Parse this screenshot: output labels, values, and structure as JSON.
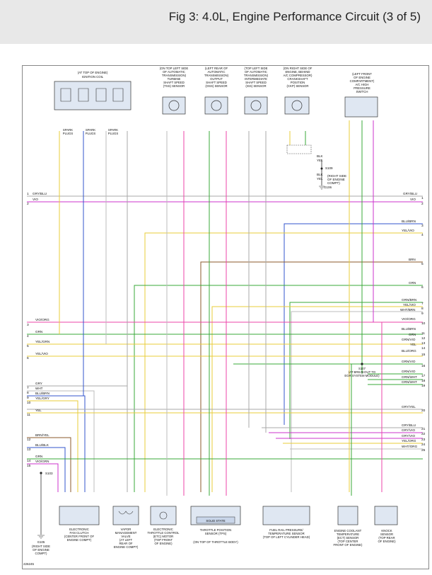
{
  "title": "Fig 3: 4.0L, Engine Performance Circuit (3 of 5)",
  "diagram_id": "226245",
  "top_components": [
    {
      "id": "ignition",
      "caption": [
        "(AT TOP OF ENGINE)",
        "IGNITION COIL"
      ]
    },
    {
      "id": "tss",
      "caption": [
        "(ON TOP LEFT SIDE",
        "OF AUTOMATIC",
        "TRANSMISSION)",
        "TURBINE",
        "SHAFT SPEED",
        "(TSS) SENSOR"
      ]
    },
    {
      "id": "oss",
      "caption": [
        "(LEFT REAR OF",
        "AUTOMATIC",
        "TRANSMISSION)",
        "OUTPUT",
        "SHAFT SPEED",
        "(OSS) SENSOR"
      ]
    },
    {
      "id": "iss",
      "caption": [
        "(TOP LEFT SIDE",
        "OF AUTOMATIC",
        "TRANSMISSION)",
        "INTERMEDIATE",
        "SHAFT SPEED",
        "(ISS) SENSOR"
      ]
    },
    {
      "id": "ckp",
      "caption": [
        "(ON RIGHT SIDE OF",
        "ENGINE, BEHIND",
        "A/C COMPRESSOR)",
        "CRANKSHAFT",
        "POSITION",
        "(CKP) SENSOR"
      ]
    },
    {
      "id": "ach",
      "caption": [
        "(LEFT FRONT",
        "OF ENGINE",
        "COMPARTMENT)",
        "A/C HIGH",
        "PRESSURE",
        "SWITCH"
      ]
    }
  ],
  "spark_plugs": [
    "SPARK",
    "PLUGS"
  ],
  "splices": {
    "s109": "S109",
    "s109_loc": [
      "(RIGHT SIDE",
      "OF ENGINE",
      "COMPT)"
    ],
    "g106": "G106",
    "s107": "S107",
    "s107_loc": [
      "(AT BREAKOUT TO",
      "EGR SYSTEM MODULE)"
    ],
    "s103": "S103",
    "g105": "G105",
    "g105_loc": [
      "(RIGHT SIDE",
      "OF ENGINE",
      "COMPT)"
    ]
  },
  "shield_labels": [
    "BLK",
    "YEL",
    "BLK",
    "YEL"
  ],
  "left_labels": [
    {
      "n": "1",
      "text": "GRY/BLU"
    },
    {
      "n": "2",
      "text": "VIO"
    },
    {
      "n": "3",
      "text": "VIO/ORG"
    },
    {
      "n": "4",
      "text": "GRN"
    },
    {
      "n": "5",
      "text": "YEL/GRN"
    },
    {
      "n": "6",
      "text": "YEL/VIO"
    },
    {
      "n": "7",
      "text": "GRY"
    },
    {
      "n": "8",
      "text": "WHT"
    },
    {
      "n": "9",
      "text": "BLU/BRN"
    },
    {
      "n": "10",
      "text": "YEL/GRY"
    },
    {
      "n": "11",
      "text": "YEL"
    },
    {
      "n": "12",
      "text": "BRN/YEL"
    },
    {
      "n": "13",
      "text": "BLU/BLK"
    },
    {
      "n": "14",
      "text": "GRN"
    },
    {
      "n": "15",
      "text": "VIO/GRN"
    }
  ],
  "right_labels": [
    {
      "n": "1",
      "text": "GRY/BLU"
    },
    {
      "n": "2",
      "text": "VIO"
    },
    {
      "n": "3",
      "text": "BLU/BRN"
    },
    {
      "n": "4",
      "text": "YEL/VIO"
    },
    {
      "n": "5",
      "text": "BRN"
    },
    {
      "n": "6",
      "text": "GRN"
    },
    {
      "n": "7",
      "text": "GRN/BRN"
    },
    {
      "n": "8",
      "text": "YEL/VIO"
    },
    {
      "n": "9",
      "text": "WHT/BRN"
    },
    {
      "n": "10",
      "text": "VIO/ORG"
    },
    {
      "n": "11",
      "text": "BLU/BRN"
    },
    {
      "n": "12",
      "text": "GRN"
    },
    {
      "n": "13",
      "text": "GRN/VIO"
    },
    {
      "n": "14",
      "text": "YEL"
    },
    {
      "n": "15",
      "text": "BLU/ORG"
    },
    {
      "n": "16",
      "text": "GRN/VIO"
    },
    {
      "n": "17",
      "text": "GRN/VIO"
    },
    {
      "n": "18",
      "text": "GRN/WHT"
    },
    {
      "n": "19",
      "text": "GRN/WHT"
    },
    {
      "n": "20",
      "text": "GRY/YEL"
    },
    {
      "n": "21",
      "text": "GRY/BLU"
    },
    {
      "n": "22",
      "text": "GRY/VIO"
    },
    {
      "n": "23",
      "text": "GRY/VIO"
    },
    {
      "n": "24",
      "text": "YEL/ORG"
    },
    {
      "n": "25",
      "text": "WHT/ORG"
    }
  ],
  "bottom_components": [
    {
      "id": "fanclutch",
      "caption": [
        "ELECTRONIC",
        "FAN CLUTCH",
        "(CENTER FRONT OF",
        "ENGINE COMPT)"
      ]
    },
    {
      "id": "vmv",
      "caption": [
        "VAPOR",
        "MANAGEMENT",
        "VALVE",
        "(AT LEFT",
        "REAR OF",
        "ENGINE COMPT)"
      ]
    },
    {
      "id": "etc",
      "caption": [
        "ELECTRONIC",
        "THROTTLE CONTROL",
        "(ETC) MOTOR",
        "(TOP FRONT",
        "OF ENGINE)"
      ]
    },
    {
      "id": "tps",
      "caption": [
        "THROTTLE POSITION",
        "SENSOR (TPS)",
        "(ON TOP OF THROTTLE BODY)"
      ],
      "inner": "SOLID STATE"
    },
    {
      "id": "frp",
      "caption": [
        "FUEL RAIL PRESSURE/",
        "TEMPERATURE SENSOR",
        "(TOP OF LEFT CYLINDER HEAD)"
      ]
    },
    {
      "id": "ect",
      "caption": [
        "ENGINE COOLANT",
        "TEMPERATURE",
        "(ECT) SENSOR",
        "(TOP CENTER",
        "FRONT OF ENGINE)"
      ]
    },
    {
      "id": "knock",
      "caption": [
        "KNOCK",
        "SENSOR",
        "(TOP REAR",
        "OF ENGINE)"
      ]
    }
  ],
  "wire_colors": {
    "GRY": "#a9a9a9",
    "VIO": "#cc33cc",
    "GRN": "#3aa83a",
    "YEL": "#e8cc3a",
    "BLU": "#3355cc",
    "BRN": "#8b5a2b",
    "PNK": "#ee44aa",
    "WHT": "#bdbdbd",
    "ORG": "#f08a24"
  }
}
